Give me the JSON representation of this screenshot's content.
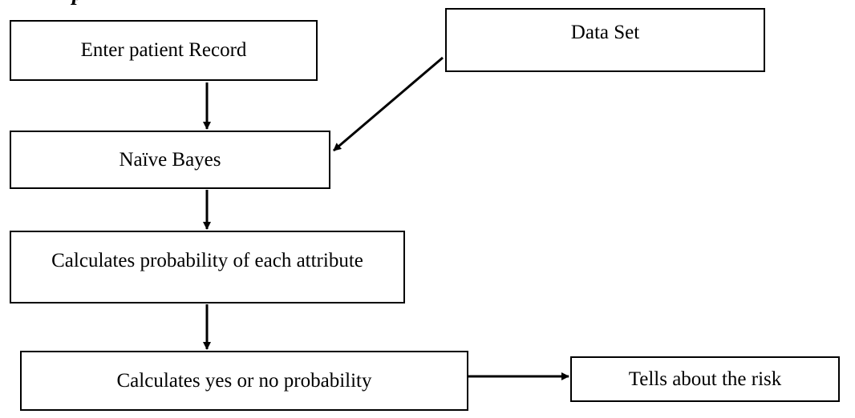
{
  "nodes": {
    "enter_record": "Enter patient Record",
    "data_set": "Data Set",
    "naive_bayes": "Naïve Bayes",
    "calc_attribute": "Calculates probability of each attribute",
    "calc_yes_no": "Calculates yes or no probability",
    "risk": "Tells about the risk"
  },
  "edges": [
    {
      "from": "enter_record",
      "to": "naive_bayes"
    },
    {
      "from": "data_set",
      "to": "naive_bayes"
    },
    {
      "from": "naive_bayes",
      "to": "calc_attribute"
    },
    {
      "from": "calc_attribute",
      "to": "calc_yes_no"
    },
    {
      "from": "calc_yes_no",
      "to": "risk"
    }
  ],
  "colors": {
    "stroke": "#000000",
    "background": "#ffffff"
  }
}
